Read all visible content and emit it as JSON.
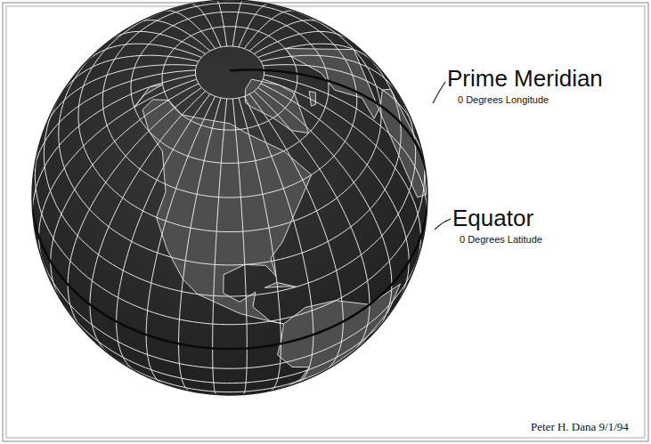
{
  "diagram": {
    "labels": [
      "Prime Meridian",
      "0 Degrees Longitude",
      "Equator",
      "0 Degrees Latitude",
      "Peter H. Dana 9/1/94"
    ]
  }
}
